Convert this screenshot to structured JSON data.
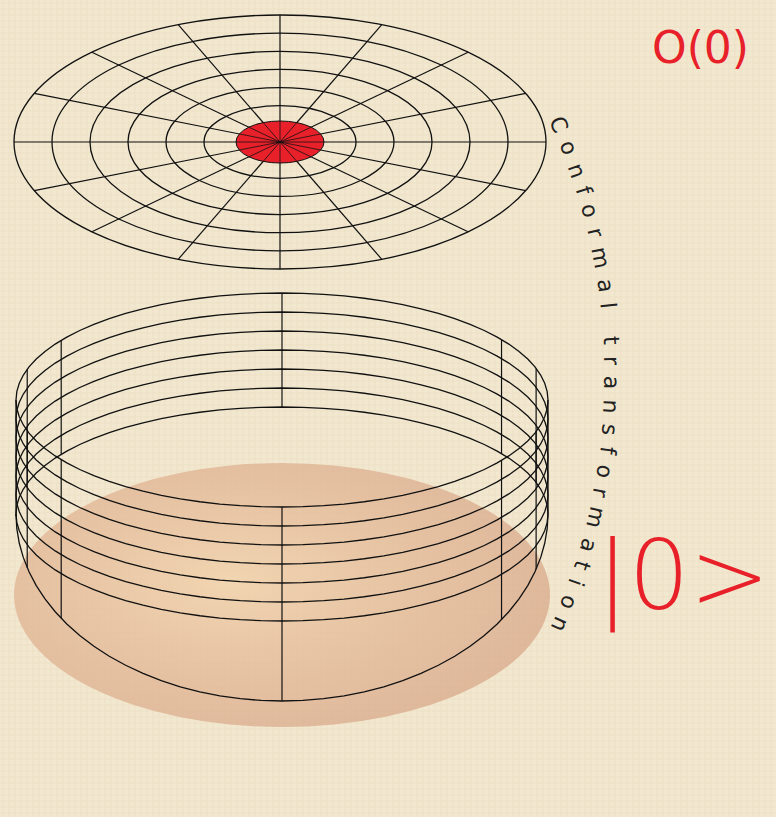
{
  "diagram": {
    "labels": [
      "O(0)",
      "Conformal transformation",
      "|0>"
    ]
  }
}
